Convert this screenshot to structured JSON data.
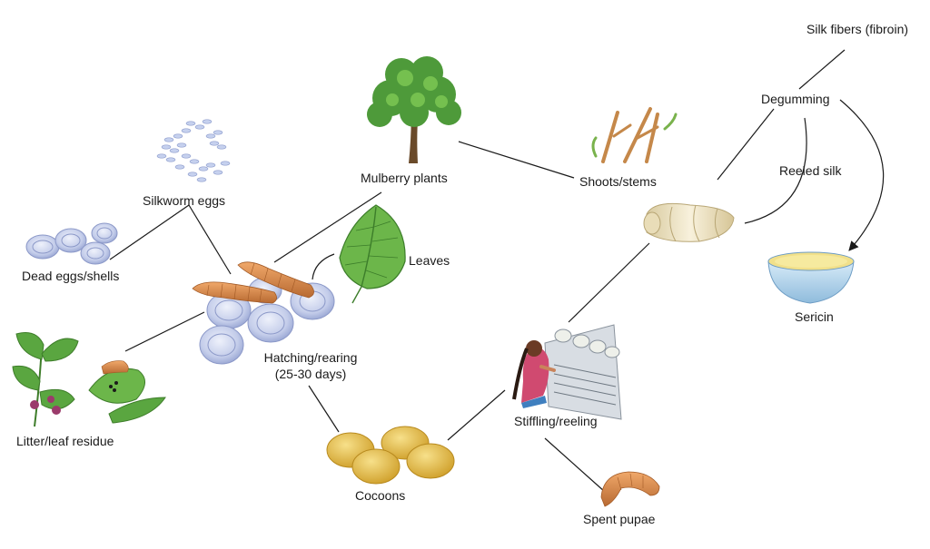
{
  "labels": {
    "silk_fibers": "Silk fibers (fibroin)",
    "degumming": "Degumming",
    "reeled_silk": "Reeled silk",
    "sericin": "Sericin",
    "mulberry_plants": "Mulberry plants",
    "shoots_stems": "Shoots/stems",
    "silkworm_eggs": "Silkworm eggs",
    "dead_eggs": "Dead eggs/shells",
    "leaves": "Leaves",
    "hatching_line1": "Hatching/rearing",
    "hatching_line2": "(25-30 days)",
    "litter": "Litter/leaf residue",
    "stiffling": "Stiffling/reeling",
    "cocoons": "Cocoons",
    "spent_pupae": "Spent pupae"
  },
  "colors": {
    "line": "#1a1a1a",
    "leaf_green": "#5aa640",
    "tree_green": "#4e9a3a",
    "egg_blue": "#c9d3ee",
    "larva_orange": "#d98a4e",
    "cocoon_yellow": "#e7c24a",
    "bowl_blue": "#bcd9ee",
    "sericin_yellow": "#f1e08a",
    "silk_cream": "#efe6c8"
  }
}
